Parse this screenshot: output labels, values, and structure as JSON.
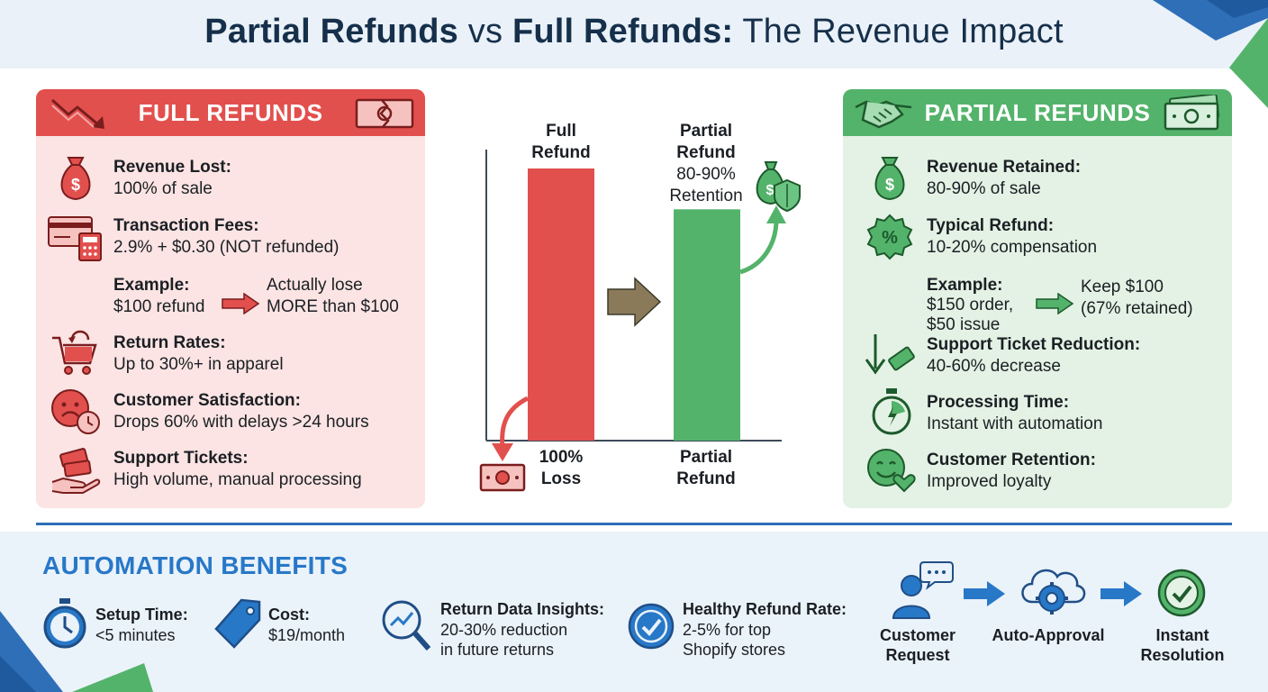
{
  "title": {
    "part1_bold": "Partial Refunds",
    "part2": " vs ",
    "part3_bold": "Full Refunds:",
    "part4": " The Revenue Impact"
  },
  "full_refunds": {
    "heading": "FULL REFUNDS",
    "items": [
      {
        "label": "Revenue Lost:",
        "value": "100% of sale",
        "icon": "money-bag-icon"
      },
      {
        "label": "Transaction Fees:",
        "value": "2.9% + $0.30 (NOT refunded)",
        "icon": "credit-card-calculator-icon"
      },
      {
        "label": "Example:",
        "value": "$100 refund",
        "result_line1": "Actually lose",
        "result_line2": "MORE than $100",
        "icon": "arrow-right-icon"
      },
      {
        "label": "Return Rates:",
        "value": "Up to 30%+ in apparel",
        "icon": "cart-return-icon"
      },
      {
        "label": "Customer Satisfaction:",
        "value": "Drops 60% with delays >24 hours",
        "icon": "sad-face-clock-icon"
      },
      {
        "label": "Support Tickets:",
        "value": "High volume, manual processing",
        "icon": "hand-tickets-icon"
      }
    ]
  },
  "partial_refunds": {
    "heading": "PARTIAL REFUNDS",
    "items": [
      {
        "label": "Revenue Retained:",
        "value": "80-90% of sale",
        "icon": "money-bag-icon"
      },
      {
        "label": "Typical Refund:",
        "value": "10-20% compensation",
        "icon": "percent-badge-icon"
      },
      {
        "label": "Example:",
        "value_line1": "$150 order,",
        "value_line2": "$50 issue",
        "result_line1": "Keep $100",
        "result_line2": "(67% retained)",
        "icon": "arrow-right-icon"
      },
      {
        "label": "Support Ticket Reduction:",
        "value": "40-60% decrease",
        "icon": "down-arrow-ticket-icon"
      },
      {
        "label": "Processing Time:",
        "value": "Instant with automation",
        "icon": "stopwatch-icon"
      },
      {
        "label": "Customer Retention:",
        "value": "Improved loyalty",
        "icon": "smile-heart-icon"
      }
    ]
  },
  "chart_data": {
    "type": "bar",
    "categories": [
      "Full Refund",
      "Partial Refund"
    ],
    "values": [
      100,
      85
    ],
    "ylim": [
      0,
      100
    ],
    "top_labels": [
      {
        "bold": "Full\nRefund",
        "normal": ""
      },
      {
        "bold": "Partial\nRefund",
        "normal": "80-90%\nRetention"
      }
    ],
    "bottom_labels": [
      "100%\nLoss",
      "Partial\nRefund"
    ],
    "colors": [
      "#e2504e",
      "#54b36b"
    ]
  },
  "automation": {
    "heading": "AUTOMATION BENEFITS",
    "benefits": [
      {
        "label": "Setup Time:",
        "value": "<5 minutes",
        "icon": "stopwatch-icon"
      },
      {
        "label": "Cost:",
        "value": "$19/month",
        "icon": "price-tag-icon"
      },
      {
        "label": "Return Data Insights:",
        "value_line1": "20-30% reduction",
        "value_line2": "in future returns",
        "icon": "magnifier-chart-icon"
      },
      {
        "label": "Healthy Refund Rate:",
        "value_line1": "2-5% for top",
        "value_line2": "Shopify stores",
        "icon": "check-circle-icon"
      }
    ],
    "flow": [
      {
        "line1": "Customer",
        "line2": "Request",
        "icon": "person-chat-icon"
      },
      {
        "line1": "Auto-Approval",
        "line2": "",
        "icon": "cloud-gear-icon"
      },
      {
        "line1": "Instant",
        "line2": "Resolution",
        "icon": "check-circle-icon"
      }
    ]
  },
  "colors": {
    "red": "#e2504e",
    "green": "#54b36b",
    "blue": "#2878c8",
    "navy": "#16304b"
  }
}
